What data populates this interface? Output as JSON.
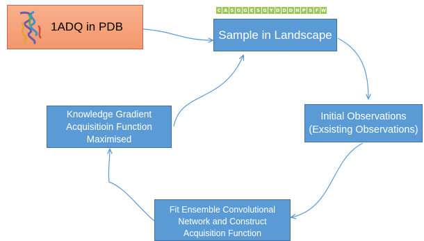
{
  "source": {
    "label": "1ADQ  in PDB",
    "icon": "protein-structure-icon"
  },
  "sequence": [
    "C",
    "A",
    "S",
    "G",
    "G",
    "E",
    "S",
    "G",
    "Y",
    "D",
    "D",
    "D",
    "N",
    "P",
    "S",
    "F",
    "W"
  ],
  "nodes": {
    "sample": "Sample in Landscape",
    "initial_line1": "Initial Observations",
    "initial_line2": "(Exsisting Observations)",
    "fit_line1": "Fit  Ensemble Convolutional",
    "fit_line2": "Network and Construct",
    "fit_line3": "Acquisition Function",
    "kg_line1": "Knowledge Gradient",
    "kg_line2": "Acquisitioin Function",
    "kg_line3": "Maximised"
  },
  "colors": {
    "node_fill": "#5b9bd5",
    "source_fill": "#f4976c",
    "sequence_fill": "#9ac85a",
    "arrow": "#5b9bd5"
  }
}
